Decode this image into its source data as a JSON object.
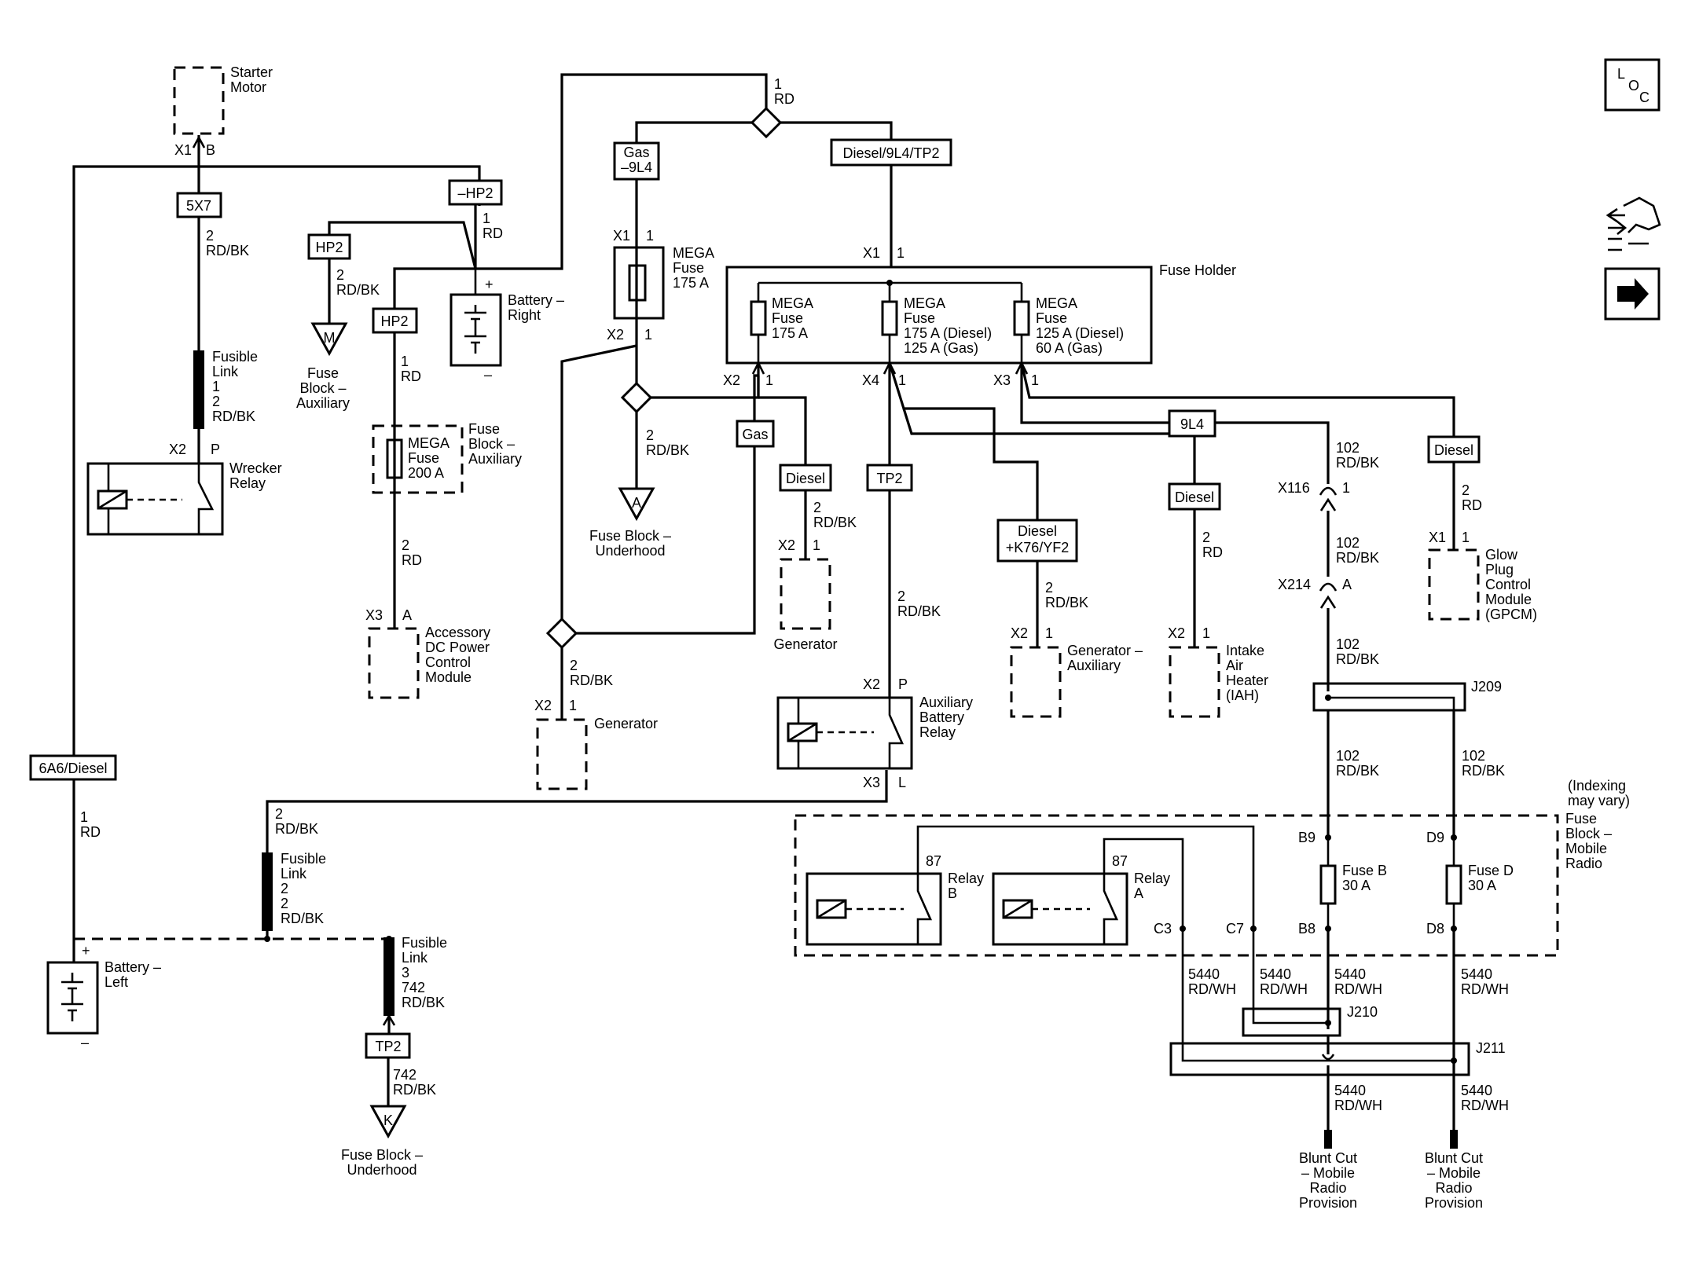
{
  "labels": {
    "starter_motor": [
      "Starter",
      "Motor"
    ],
    "x1": "X1",
    "b": "B",
    "c_5x7": "5X7",
    "w_2_rdbk": [
      "2",
      "RD/BK"
    ],
    "fusible_link_1": [
      "Fusible",
      "Link",
      "1",
      "2",
      "RD/BK"
    ],
    "x2": "X2",
    "p": "P",
    "wrecker_relay": [
      "Wrecker",
      "Relay"
    ],
    "c_6a6_diesel": "6A6/Diesel",
    "w_1_rd": [
      "1",
      "RD"
    ],
    "battery_left": [
      "Battery –",
      "Left"
    ],
    "plus": "+",
    "minus": "–",
    "c_neg_hp2": "–HP2",
    "c_hp2": "HP2",
    "fuse_block_auxiliary": [
      "Fuse",
      "Block –",
      "Auxiliary"
    ],
    "fuse_block_auxiliary_2": [
      "Fuse",
      "Block –",
      "Auxiliary"
    ],
    "term_m": "M",
    "battery_right": [
      "Battery –",
      "Right"
    ],
    "mega_fuse_200": [
      "MEGA",
      "Fuse",
      "200 A"
    ],
    "w_2_rd": [
      "2",
      "RD"
    ],
    "x3": "X3",
    "a": "A",
    "accessory_dc": [
      "Accessory",
      "DC Power",
      "Control",
      "Module"
    ],
    "fusible_link_2": [
      "Fusible",
      "Link",
      "2",
      "2",
      "RD/BK"
    ],
    "fusible_link_3": [
      "Fusible",
      "Link",
      "3",
      "742",
      "RD/BK"
    ],
    "c_tp2": "TP2",
    "w_742_rdbk": [
      "742",
      "RD/BK"
    ],
    "term_k": "K",
    "fuse_block_underhood": [
      "Fuse Block –",
      "Underhood"
    ],
    "fuse_block_underhood_a": [
      "Fuse Block –",
      "Underhood"
    ],
    "w_1_rd_top": [
      "1",
      "RD"
    ],
    "c_gas_9l4": [
      "Gas",
      "–9L4"
    ],
    "c_diesel_9l4_tp2": "Diesel/9L4/TP2",
    "pin_1": "1",
    "mega_fuse_175_left": [
      "MEGA",
      "Fuse",
      "175 A"
    ],
    "term_a": "A",
    "c_gas": "Gas",
    "generator": "Generator",
    "generator_2": "Generator",
    "fuse_holder": "Fuse Holder",
    "mega_fuse_175_a": [
      "MEGA",
      "Fuse",
      "175 A"
    ],
    "mega_fuse_175_diesel": [
      "MEGA",
      "Fuse",
      "175 A (Diesel)",
      "125 A (Gas)"
    ],
    "mega_fuse_125_diesel": [
      "MEGA",
      "Fuse",
      "125 A (Diesel)",
      "60 A (Gas)"
    ],
    "x4": "X4",
    "c_diesel": "Diesel",
    "c_tp2_b": "TP2",
    "c_9l4": "9L4",
    "c_diesel_k76": [
      "Diesel",
      "+K76/YF2"
    ],
    "generator_auxiliary": [
      "Generator –",
      "Auxiliary"
    ],
    "intake_air_heater": [
      "Intake",
      "Air",
      "Heater",
      "(IAH)"
    ],
    "aux_battery_relay": [
      "Auxiliary",
      "Battery",
      "Relay"
    ],
    "l": "L",
    "w_102_rdbk": [
      "102",
      "RD/BK"
    ],
    "x116": "X116",
    "x214": "X214",
    "glow_plug": [
      "Glow",
      "Plug",
      "Control",
      "Module",
      "(GPCM)"
    ],
    "j209": "J209",
    "j210": "J210",
    "j211": "J211",
    "indexing": [
      "(Indexing",
      "may vary)"
    ],
    "fuse_block_mobile_radio": [
      "Fuse",
      "Block –",
      "Mobile",
      "Radio"
    ],
    "b9": "B9",
    "d9": "D9",
    "b8": "B8",
    "d8": "D8",
    "c3": "C3",
    "c7": "C7",
    "fuse_b": [
      "Fuse B",
      "30 A"
    ],
    "fuse_d": [
      "Fuse D",
      "30 A"
    ],
    "n87": "87",
    "relay_b": [
      "Relay",
      "B"
    ],
    "relay_a": [
      "Relay",
      "A"
    ],
    "w_5440_rdwh": [
      "5440",
      "RD/WH"
    ],
    "blunt_cut": [
      "Blunt Cut",
      "– Mobile",
      "Radio",
      "Provision"
    ],
    "loc": [
      "L",
      "O",
      "C"
    ]
  }
}
